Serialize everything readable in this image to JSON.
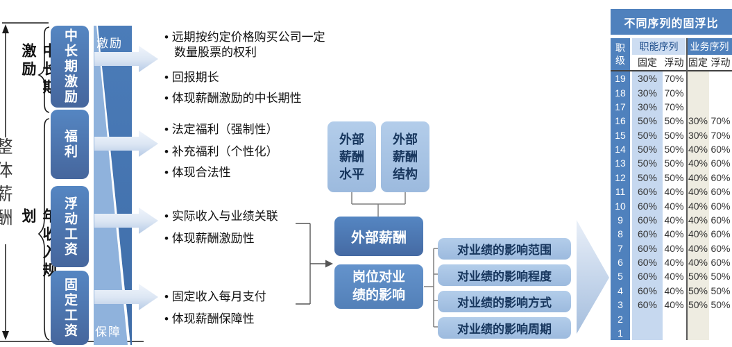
{
  "left_rail": {
    "overall_label": "整体薪酬",
    "top_group_label": "中长期激励",
    "bottom_group_label": "年收入规划"
  },
  "strip": {
    "top_label": "激励",
    "bottom_label": "保障"
  },
  "categories": [
    {
      "label": "中长期激励",
      "bullets": [
        "远期按约定价格购买公司一定数量股票的权利",
        "回报期长",
        "体现薪酬激励的中长期性"
      ]
    },
    {
      "label": "福利",
      "bullets": [
        "法定福利（强制性）",
        "补充福利（个性化）",
        "体现合法性"
      ]
    },
    {
      "label": "浮动工资",
      "bullets": [
        "实际收入与业绩关联",
        "体现薪酬激励性"
      ]
    },
    {
      "label": "固定工资",
      "bullets": [
        "固定收入每月支付",
        "体现薪酬保障性"
      ]
    }
  ],
  "center": {
    "top_boxes": [
      "外部薪酬水平",
      "外部薪酬结构"
    ],
    "main_boxes": [
      "外部薪酬",
      "岗位对业绩的影响"
    ],
    "factor_boxes": [
      "对业绩的影响范围",
      "对业绩的影响程度",
      "对业绩的影响方式",
      "对业绩的影响周期"
    ]
  },
  "table": {
    "title": "不同序列的固浮比",
    "level_header": "职级",
    "group_headers": [
      "职能序列",
      "业务序列"
    ],
    "sub_headers": [
      "固定",
      "浮动",
      "固定",
      "浮动"
    ],
    "rows": [
      {
        "level": "19",
        "cells": [
          "30%",
          "70%",
          "",
          ""
        ]
      },
      {
        "level": "18",
        "cells": [
          "30%",
          "70%",
          "",
          ""
        ]
      },
      {
        "level": "17",
        "cells": [
          "30%",
          "70%",
          "",
          ""
        ]
      },
      {
        "level": "16",
        "cells": [
          "50%",
          "50%",
          "30%",
          "70%"
        ]
      },
      {
        "level": "15",
        "cells": [
          "50%",
          "50%",
          "30%",
          "70%"
        ]
      },
      {
        "level": "14",
        "cells": [
          "50%",
          "50%",
          "40%",
          "60%"
        ]
      },
      {
        "level": "13",
        "cells": [
          "50%",
          "50%",
          "40%",
          "60%"
        ]
      },
      {
        "level": "12",
        "cells": [
          "50%",
          "50%",
          "40%",
          "60%"
        ]
      },
      {
        "level": "11",
        "cells": [
          "60%",
          "40%",
          "40%",
          "60%"
        ]
      },
      {
        "level": "10",
        "cells": [
          "60%",
          "40%",
          "40%",
          "60%"
        ]
      },
      {
        "level": "9",
        "cells": [
          "60%",
          "40%",
          "40%",
          "60%"
        ]
      },
      {
        "level": "8",
        "cells": [
          "60%",
          "40%",
          "40%",
          "60%"
        ]
      },
      {
        "level": "7",
        "cells": [
          "60%",
          "40%",
          "40%",
          "60%"
        ]
      },
      {
        "level": "6",
        "cells": [
          "60%",
          "40%",
          "40%",
          "60%"
        ]
      },
      {
        "level": "5",
        "cells": [
          "60%",
          "40%",
          "50%",
          "50%"
        ]
      },
      {
        "level": "4",
        "cells": [
          "60%",
          "40%",
          "50%",
          "50%"
        ]
      },
      {
        "level": "3",
        "cells": [
          "60%",
          "40%",
          "50%",
          "50%"
        ]
      },
      {
        "level": "2",
        "cells": [
          "",
          "",
          "",
          ""
        ]
      },
      {
        "level": "1",
        "cells": [
          "",
          "",
          "",
          ""
        ]
      }
    ]
  },
  "colors": {
    "primary_blue": "#4f81bd",
    "medium_blue": "#5b8cc6",
    "light_box_blue": "#a9c6e8",
    "strip_light_blue": "#8fb2dc",
    "table_func_fixed": "#c6d8ef",
    "table_biz_fixed": "#eeece1",
    "header_light": "#cdddf2",
    "text_navy": "#17365d"
  }
}
